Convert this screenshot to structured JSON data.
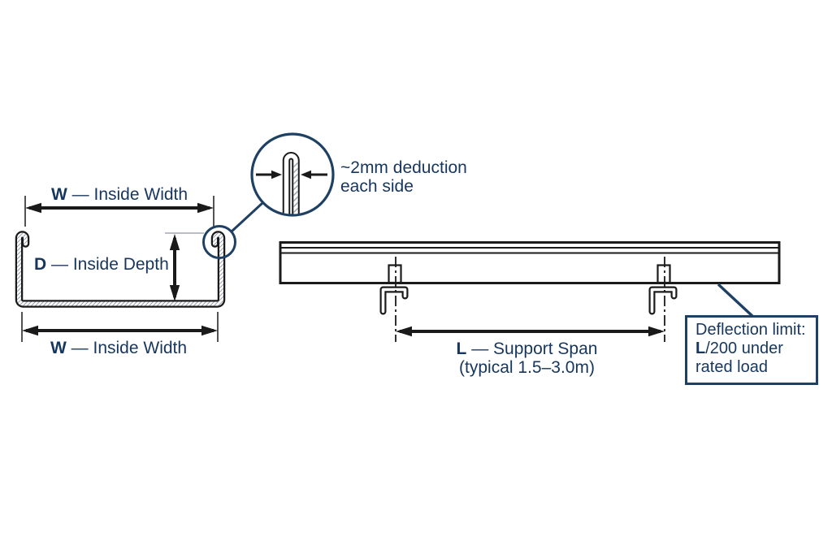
{
  "palette": {
    "navy_text": "#17365d",
    "diagram_stroke_navy": "#1e4063",
    "line_black": "#1a1a1a",
    "hatch_gray": "#98a1ad",
    "background": "#ffffff"
  },
  "labels": {
    "width_top": {
      "symbol": "W",
      "rest": " — Inside Width"
    },
    "depth": {
      "symbol": "D",
      "rest": " — Inside Depth"
    },
    "width_bottom": {
      "symbol": "W",
      "rest": " — Inside Width"
    },
    "detail_note": {
      "line1": "~2mm deduction",
      "line2": "each side"
    },
    "span": {
      "symbol": "L",
      "rest": " — Support Span",
      "note": "(typical 1.5–3.0m)"
    },
    "callout": {
      "line1": "Deflection limit:",
      "line2_symbol": "L",
      "line2_rest": "/200 under",
      "line3": "rated load"
    }
  }
}
